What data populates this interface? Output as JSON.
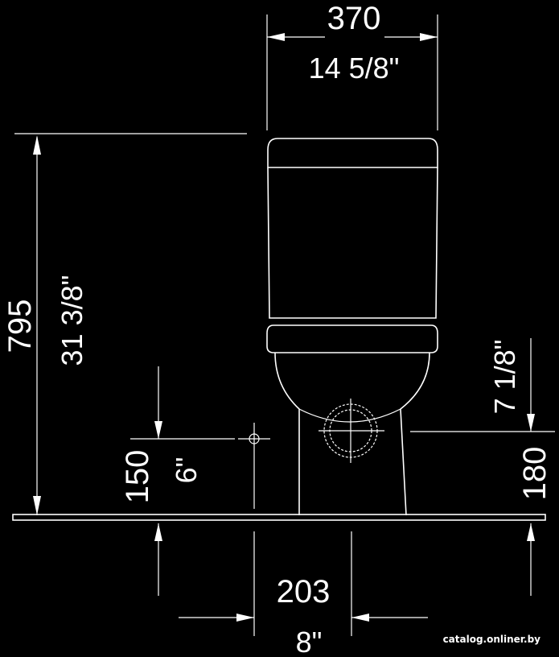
{
  "dimensions": {
    "width_mm": "370",
    "width_in": "14 5/8\"",
    "height_mm": "795",
    "height_in": "31 3/8\"",
    "inlet_height_mm": "150",
    "inlet_height_in": "6\"",
    "outlet_height_mm": "180",
    "outlet_height_in": "7 1/8\"",
    "outlet_spacing_mm": "203",
    "outlet_spacing_in": "8\""
  },
  "watermark": "catalog.onliner.by",
  "colors": {
    "background": "#000000",
    "line": "#ffffff"
  }
}
